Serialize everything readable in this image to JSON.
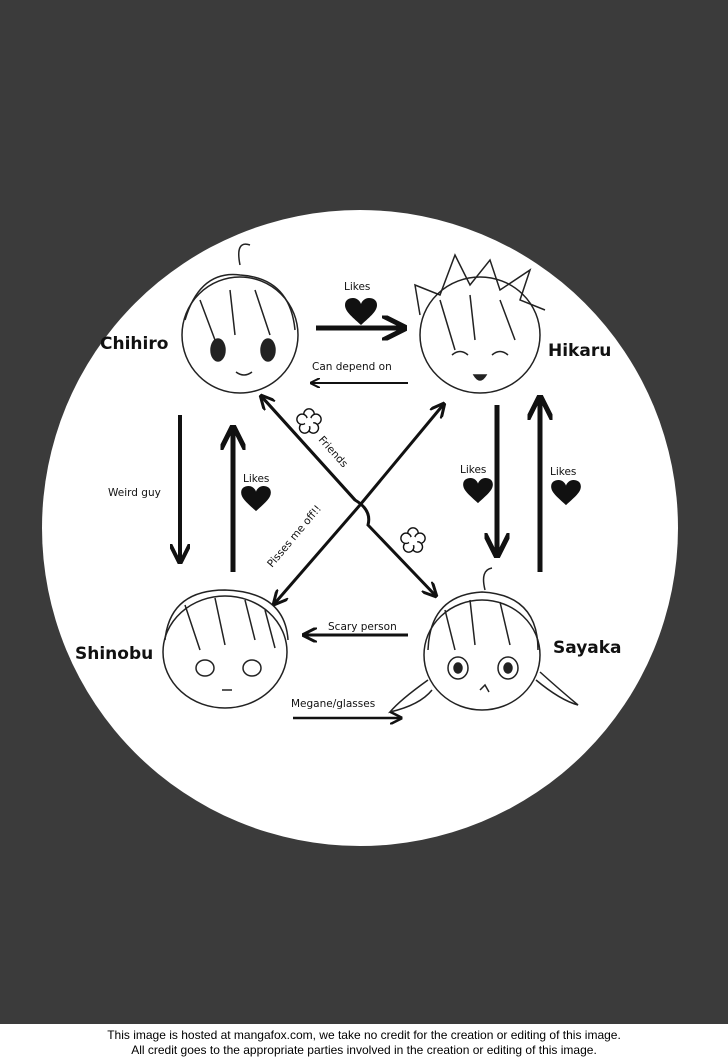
{
  "diagram": {
    "characters": {
      "chihiro": "Chihiro",
      "hikaru": "Hikaru",
      "shinobu": "Shinobu",
      "sayaka": "Sayaka"
    },
    "relations": {
      "chihiro_to_hikaru": "Likes",
      "hikaru_to_chihiro": "Can depend on",
      "chihiro_to_shinobu": "Weird guy",
      "shinobu_to_chihiro": "Likes",
      "hikaru_to_sayaka": "Likes",
      "sayaka_to_hikaru": "Likes",
      "sayaka_to_shinobu": "Scary person",
      "shinobu_to_sayaka": "Megane/glasses",
      "chihiro_sayaka": "Friends",
      "shinobu_hikaru": "Pisses me off!!"
    }
  },
  "credits": {
    "line1": "This image is hosted at mangafox.com, we take no credit for the creation or editing of this image.",
    "line2": "All credit goes to the appropriate parties involved in the creation or editing of this image."
  },
  "colors": {
    "background": "#3b3b3b",
    "circle": "#ffffff",
    "ink": "#111111"
  }
}
